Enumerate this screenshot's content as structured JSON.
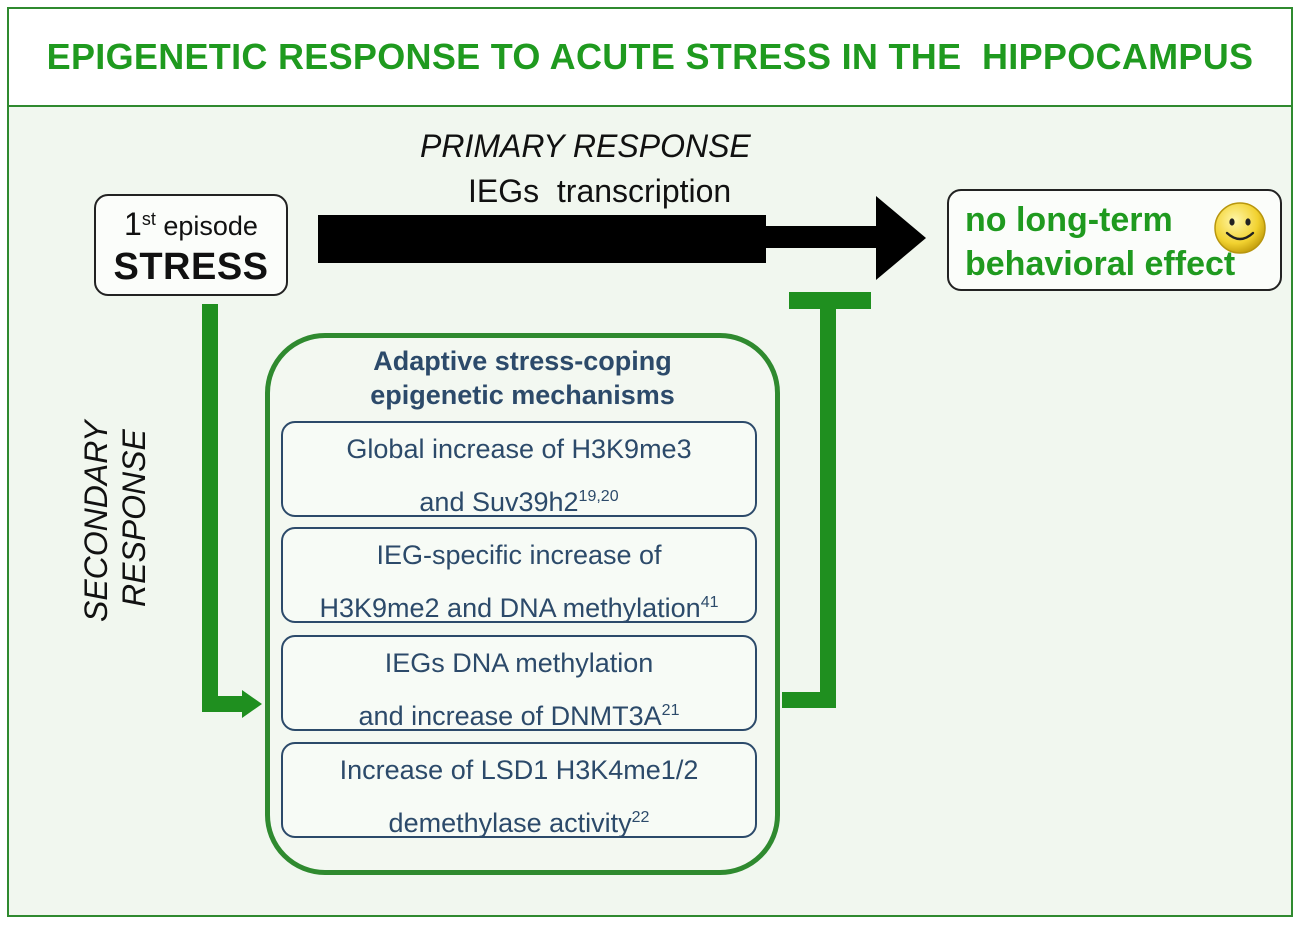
{
  "title": "EPIGENETIC RESPONSE TO ACUTE STRESS IN THE  HIPPOCAMPUS",
  "primary": {
    "label": "PRIMARY RESPONSE",
    "sub": "IEGs  transcription"
  },
  "stress": {
    "episode_num": "1",
    "episode_sup": "st",
    "episode_word": "episode",
    "word": "STRESS"
  },
  "outcome": {
    "line1": "no long-term",
    "line2": "behavioral effect",
    "icon": "smiley-icon"
  },
  "secondary": {
    "line1": "SECONDARY",
    "line2": "RESPONSE"
  },
  "mechanisms": {
    "title_line1": "Adaptive stress-coping",
    "title_line2": "epigenetic mechanisms",
    "items": [
      {
        "line1": "Global increase of H3K9me3",
        "line2": "and Suv39h2",
        "ref": "19,20"
      },
      {
        "line1": "IEG-specific increase of",
        "line2": "H3K9me2 and DNA methylation",
        "ref": "41"
      },
      {
        "line1": "IEGs DNA methylation",
        "line2": "and increase of DNMT3A",
        "ref": "21"
      },
      {
        "line1": "Increase of LSD1 H3K4me1/2",
        "line2": "demethylase activity",
        "ref": "22"
      }
    ]
  },
  "colors": {
    "green": "#1f9a1f",
    "dark_green": "#2f8a2f",
    "navy": "#2c4a6a",
    "background": "#f1f7ef"
  }
}
